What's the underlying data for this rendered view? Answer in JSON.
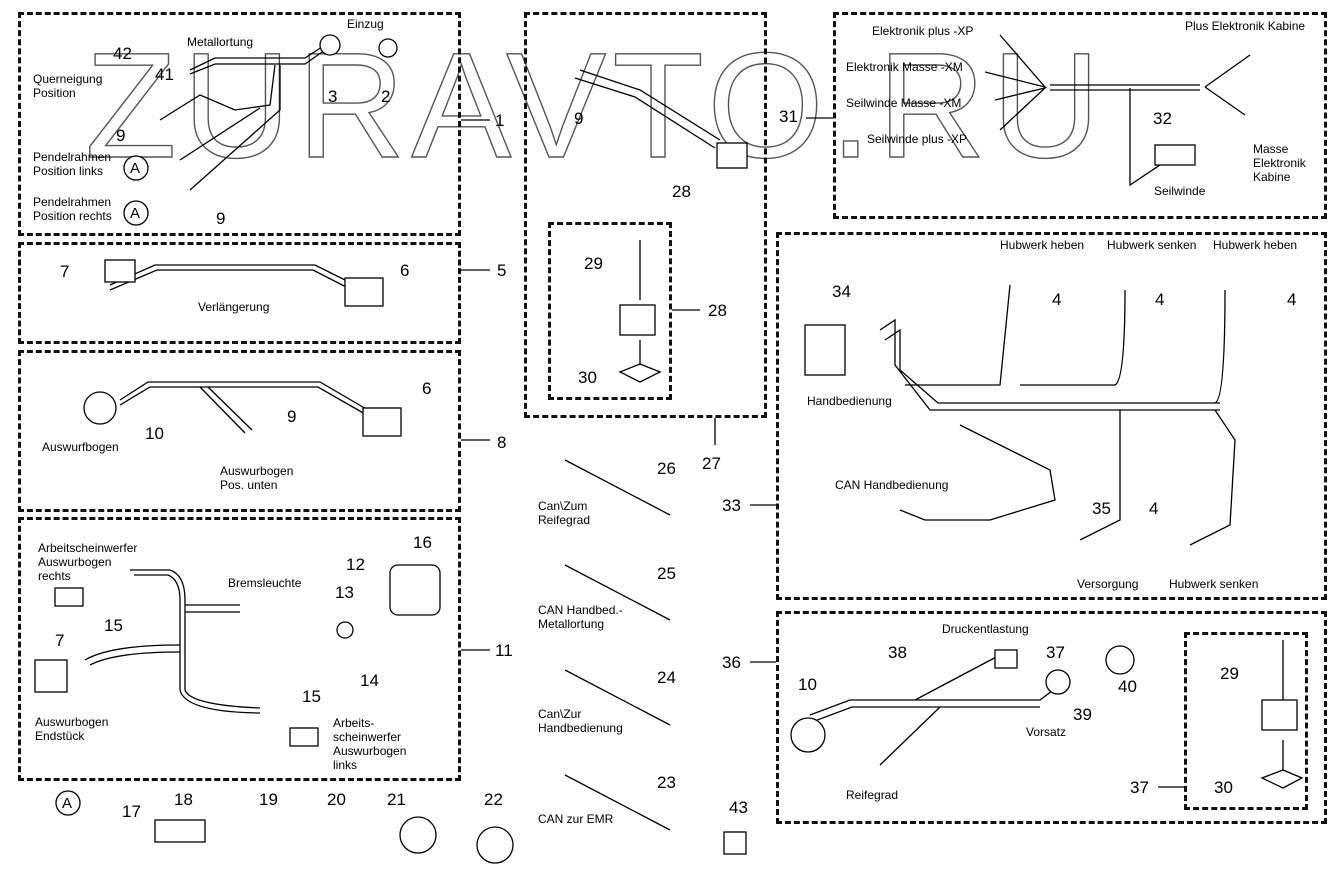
{
  "watermark": "ZURAVTO.RU",
  "groups": [
    {
      "id": "1",
      "labels": [
        {
          "text": "Metallortung"
        },
        {
          "text": "Einzug"
        },
        {
          "text": "Querneigung\nPosition"
        },
        {
          "text": "Pendelrahmen\nPosition links"
        },
        {
          "text": "Pendelrahmen\nPosition rechts"
        }
      ],
      "parts": [
        "42",
        "41",
        "3",
        "2",
        "9",
        "9",
        "1"
      ]
    },
    {
      "id": "5",
      "labels": [
        {
          "text": "Verlängerung"
        }
      ],
      "parts": [
        "7",
        "6",
        "5"
      ]
    },
    {
      "id": "8",
      "labels": [
        {
          "text": "Auswurfbogen"
        },
        {
          "text": "Auswurbogen\nPos. unten"
        }
      ],
      "parts": [
        "10",
        "9",
        "6",
        "8"
      ]
    },
    {
      "id": "11",
      "labels": [
        {
          "text": "Arbeitscheinwerfer\nAuswurbogen\nrechts"
        },
        {
          "text": "Bremsleuchte"
        },
        {
          "text": "Auswurbogen\nEndstück"
        },
        {
          "text": "Arbeits-\nscheinwerfer\nAuswurbogen\nlinks"
        }
      ],
      "parts": [
        "15",
        "7",
        "15",
        "12",
        "13",
        "14",
        "16",
        "11"
      ]
    },
    {
      "id": "27",
      "labels": [],
      "parts": [
        "9",
        "28",
        "29",
        "28",
        "30",
        "27"
      ]
    },
    {
      "id": "31",
      "labels": [
        {
          "text": "Elektronik plus -XP"
        },
        {
          "text": "Elektronik Masse -XM"
        },
        {
          "text": "Seilwinde Masse -XM"
        },
        {
          "text": "Seilwinde plus -XP"
        },
        {
          "text": "Plus Elektronik Kabine"
        },
        {
          "text": "Masse\nElektronik\nKabine"
        },
        {
          "text": "Seilwinde"
        }
      ],
      "parts": [
        "31",
        "32"
      ]
    },
    {
      "id": "33",
      "labels": [
        {
          "text": "Hubwerk heben"
        },
        {
          "text": "Hubwerk senken"
        },
        {
          "text": "Hubwerk heben"
        },
        {
          "text": "Handbedienung"
        },
        {
          "text": "CAN Handbedienung"
        },
        {
          "text": "Versorgung"
        },
        {
          "text": "Hubwerk senken"
        }
      ],
      "parts": [
        "34",
        "4",
        "4",
        "4",
        "35",
        "4",
        "33"
      ]
    },
    {
      "id": "36",
      "labels": [
        {
          "text": "Druckentlastung"
        },
        {
          "text": "Vorsatz"
        },
        {
          "text": "Reifegrad"
        }
      ],
      "parts": [
        "38",
        "37",
        "10",
        "39",
        "40",
        "29",
        "30",
        "37",
        "36"
      ]
    }
  ],
  "cables": [
    {
      "part": "26",
      "label": "Can\\Zum\nReifegrad"
    },
    {
      "part": "25",
      "label": "CAN Handbed.-\nMetallortung"
    },
    {
      "part": "24",
      "label": "Can\\Zur\nHandbedienung"
    },
    {
      "part": "23",
      "label": "CAN zur EMR"
    }
  ],
  "loose_parts": [
    "17",
    "18",
    "19",
    "20",
    "21",
    "22",
    "43"
  ],
  "callout_marker": "A"
}
